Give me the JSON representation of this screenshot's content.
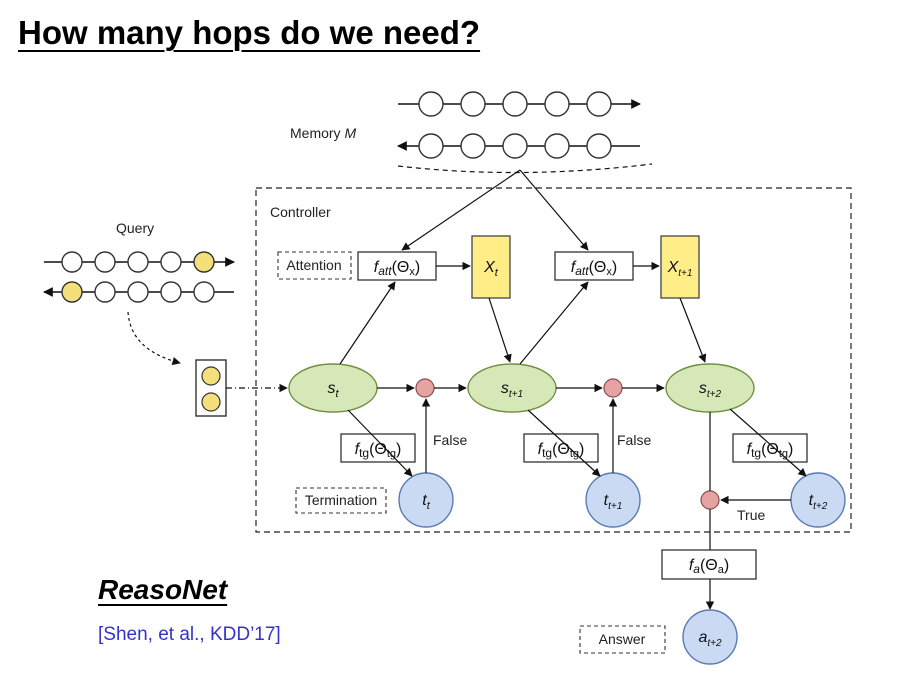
{
  "title": "How many hops do we need?",
  "brand": "ReasoNet",
  "citation": "[Shen, et al., KDD’17]",
  "labels": {
    "memory_prefix": "Memory",
    "memory_var": "M",
    "query": "Query",
    "controller": "Controller",
    "attention": "Attention",
    "termination": "Termination",
    "answer": "Answer",
    "false1": "False",
    "false2": "False",
    "true": "True"
  },
  "functions": {
    "f_att": "f",
    "att_sub": "att",
    "theta_x": "(Θ",
    "x_sub": "x",
    "f_tg": "f",
    "tg_sub": "tg",
    "theta_tg": "(Θ",
    "f_a": "f",
    "a_sub": "a",
    "theta_a": "(Θ",
    "close": ")"
  },
  "nodes": {
    "s": "s",
    "sub_t": "t",
    "sub_t1": "t+1",
    "sub_t2": "t+2",
    "x": "X",
    "term": "t",
    "ans": "a"
  },
  "colors": {
    "state_fill": "#d6e8b8",
    "state_stroke": "#6f8f3f",
    "term_fill": "#c9daf2",
    "term_stroke": "#5b7bb5",
    "attend_fill": "#ffee88",
    "gate_fill": "#e6a3a3",
    "query_fill": "#f3e07a",
    "citation": "#3333cc"
  }
}
